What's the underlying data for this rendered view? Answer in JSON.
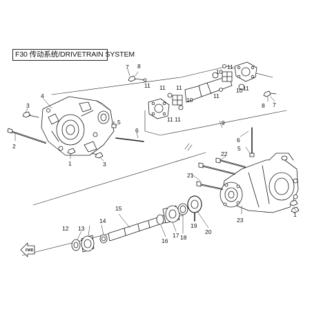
{
  "title": "F30 传动系统/DRIVETRAIN SYSTEM",
  "arrow_label": "FWD",
  "callouts": [
    "1",
    "2",
    "3",
    "4",
    "5",
    "6",
    "7",
    "8",
    "9",
    "10",
    "11",
    "12",
    "13",
    "14",
    "15",
    "16",
    "17",
    "18",
    "19",
    "20",
    "21",
    "22",
    "23"
  ]
}
